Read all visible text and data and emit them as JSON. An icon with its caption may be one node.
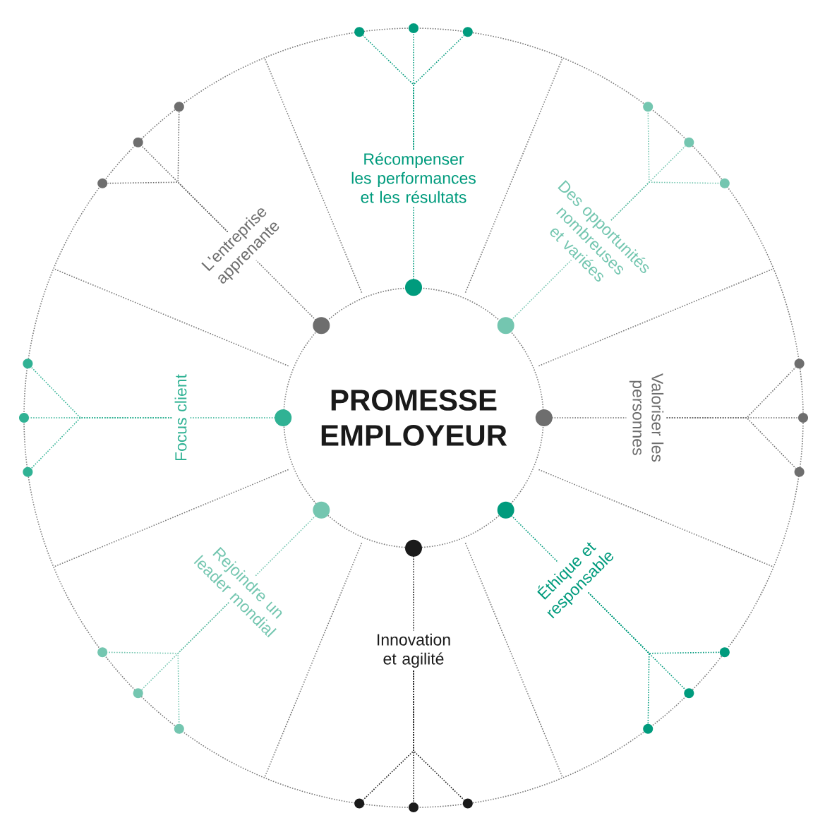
{
  "diagram": {
    "nodes": [
      {
        "text": [
          "PROMESSE EMPLOYEUR"
        ]
      },
      {
        "text": [
          "Récompenser les performances et les résultats"
        ]
      },
      {
        "text": [
          "Des opportunités nombreuses et variées"
        ]
      },
      {
        "text": [
          "Valoriser les personnes"
        ]
      },
      {
        "text": [
          "Éthique et responsable"
        ]
      },
      {
        "text": [
          "Innovation et agilité"
        ]
      },
      {
        "text": [
          "Rejoindre un leader mondial"
        ]
      },
      {
        "text": [
          "Focus client"
        ]
      },
      {
        "text": [
          "L'entreprise apprenante"
        ]
      },
      {
        "text": [],
        "shape": "circle"
      },
      {
        "text": [],
        "shape": "circle"
      },
      {
        "text": [],
        "shape": "circle"
      },
      {
        "text": [],
        "shape": "circle"
      },
      {
        "text": [],
        "shape": "circle"
      },
      {
        "text": [],
        "shape": "circle"
      },
      {
        "text": [],
        "shape": "circle"
      },
      {
        "text": [],
        "shape": "circle"
      },
      {
        "text": [],
        "shape": "circle"
      },
      {
        "text": [],
        "shape": "circle"
      },
      {
        "text": [],
        "shape": "circle"
      },
      {
        "text": [],
        "shape": "circle"
      },
      {
        "text": [],
        "shape": "circle"
      },
      {
        "text": [],
        "shape": "circle"
      },
      {
        "text": [],
        "shape": "circle"
      },
      {
        "text": [],
        "shape": "circle"
      },
      {
        "text": [],
        "shape": "circle"
      },
      {
        "text": [],
        "shape": "circle"
      },
      {
        "text": [],
        "shape": "circle"
      },
      {
        "text": [],
        "shape": "circle"
      },
      {
        "text": [],
        "shape": "circle"
      },
      {
        "text": [],
        "shape": "circle"
      },
      {
        "text": [],
        "shape": "circle"
      },
      {
        "text": [],
        "shape": "circle"
      }
    ],
    "edges": [
      {
        "from": 0,
        "to": 1,
        "arrow": "other",
        "color": "#009b7d"
      },
      {
        "from": 0,
        "to": 2,
        "arrow": "other",
        "color": "#74c6b0"
      },
      {
        "from": 0,
        "to": 3,
        "arrow": "other",
        "color": "#6e6e6e"
      },
      {
        "from": 0,
        "to": 4,
        "arrow": "other",
        "color": "#009b7d"
      },
      {
        "from": 0,
        "to": 5,
        "arrow": "other",
        "color": "#1a1a1a"
      },
      {
        "from": 0,
        "to": 6,
        "arrow": "other",
        "color": "#74c6b0"
      },
      {
        "from": 0,
        "to": 7,
        "arrow": "other",
        "color": "#30b294"
      },
      {
        "from": 0,
        "to": 8,
        "arrow": "other",
        "color": "#6e6e6e"
      },
      {
        "from": 1,
        "to": 9,
        "arrow": "none",
        "color": "#009b7d"
      },
      {
        "from": 1,
        "to": 10,
        "arrow": "none",
        "color": "#009b7d"
      },
      {
        "from": 1,
        "to": 11,
        "arrow": "none",
        "color": "#009b7d"
      },
      {
        "from": 2,
        "to": 12,
        "arrow": "none",
        "color": "#74c6b0"
      },
      {
        "from": 2,
        "to": 13,
        "arrow": "none",
        "color": "#74c6b0"
      },
      {
        "from": 2,
        "to": 14,
        "arrow": "none",
        "color": "#74c6b0"
      },
      {
        "from": 3,
        "to": 15,
        "arrow": "none",
        "color": "#6e6e6e"
      },
      {
        "from": 3,
        "to": 16,
        "arrow": "none",
        "color": "#6e6e6e"
      },
      {
        "from": 3,
        "to": 17,
        "arrow": "none",
        "color": "#6e6e6e"
      },
      {
        "from": 4,
        "to": 18,
        "arrow": "none",
        "color": "#009b7d"
      },
      {
        "from": 4,
        "to": 19,
        "arrow": "none",
        "color": "#009b7d"
      },
      {
        "from": 4,
        "to": 20,
        "arrow": "none",
        "color": "#009b7d"
      },
      {
        "from": 5,
        "to": 21,
        "arrow": "none",
        "color": "#1a1a1a"
      },
      {
        "from": 5,
        "to": 22,
        "arrow": "none",
        "color": "#1a1a1a"
      },
      {
        "from": 5,
        "to": 23,
        "arrow": "none",
        "color": "#1a1a1a"
      },
      {
        "from": 6,
        "to": 24,
        "arrow": "none",
        "color": "#74c6b0"
      },
      {
        "from": 6,
        "to": 25,
        "arrow": "none",
        "color": "#74c6b0"
      },
      {
        "from": 6,
        "to": 26,
        "arrow": "none",
        "color": "#74c6b0"
      },
      {
        "from": 7,
        "to": 27,
        "arrow": "none",
        "color": "#30b294"
      },
      {
        "from": 7,
        "to": 28,
        "arrow": "none",
        "color": "#30b294"
      },
      {
        "from": 7,
        "to": 29,
        "arrow": "none",
        "color": "#30b294"
      },
      {
        "from": 8,
        "to": 30,
        "arrow": "none",
        "color": "#6e6e6e"
      },
      {
        "from": 8,
        "to": 31,
        "arrow": "none",
        "color": "#6e6e6e"
      },
      {
        "from": 8,
        "to": 32,
        "arrow": "none",
        "color": "#6e6e6e"
      }
    ]
  }
}
